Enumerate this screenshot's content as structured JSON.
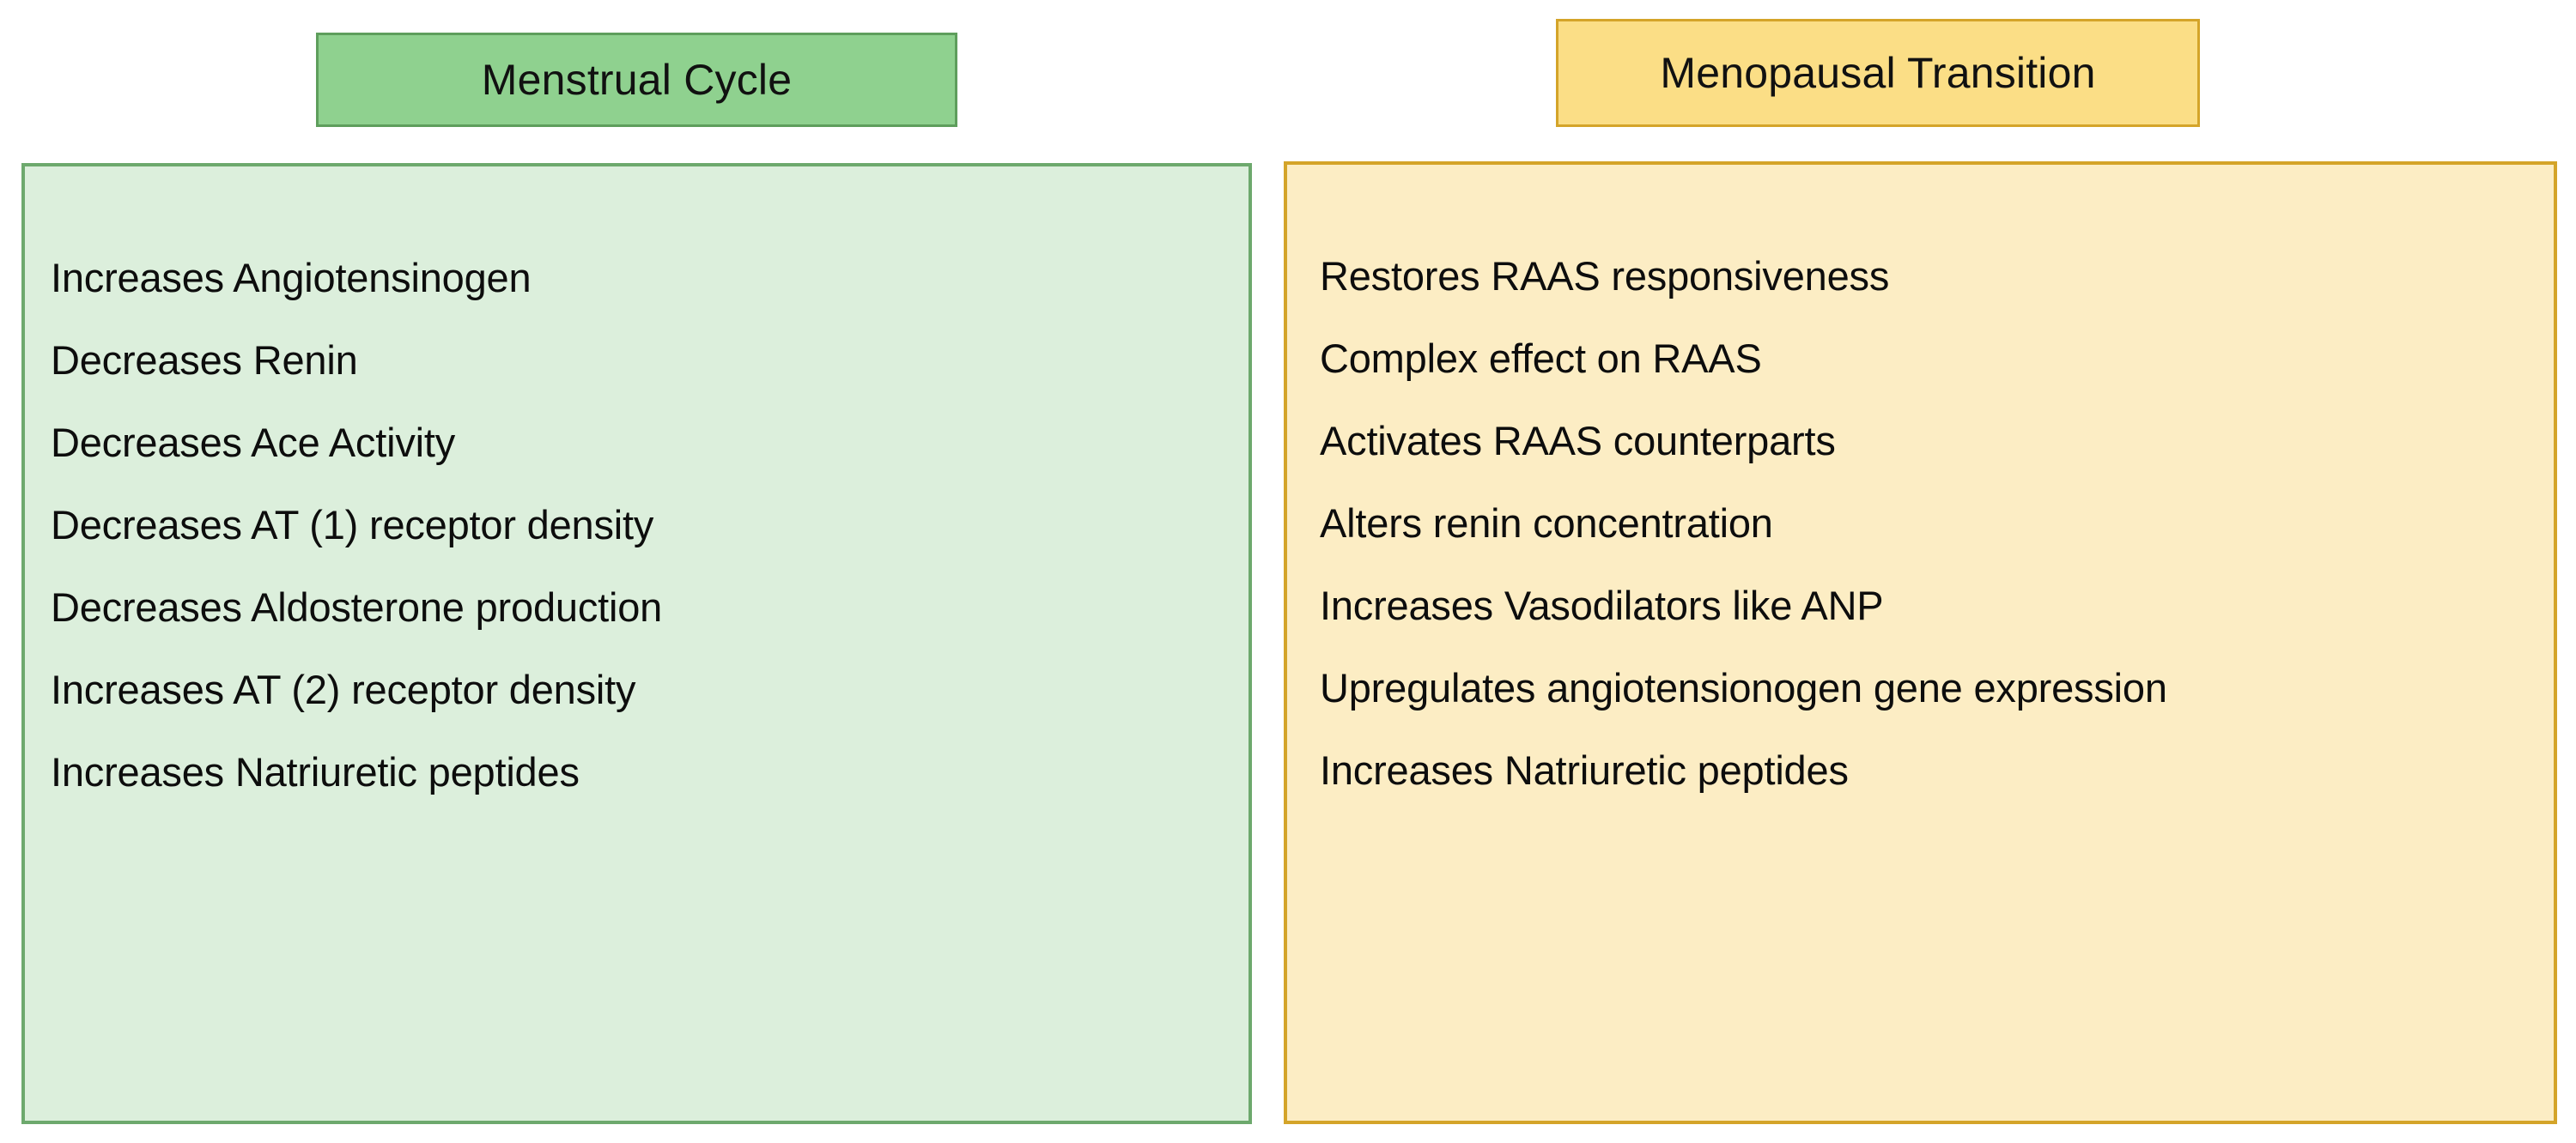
{
  "diagram": {
    "type": "two-column-comparison",
    "background_color": "#ffffff",
    "columns": [
      {
        "id": "menstrual",
        "header": {
          "label": "Menstrual Cycle",
          "fill_color": "#8FD18F",
          "border_color": "#5E9E5C",
          "text_color": "#111111"
        },
        "panel": {
          "fill_color": "#DCEFDC",
          "border_color": "#6DA96D"
        },
        "items": [
          "Increases Angiotensinogen",
          "Decreases Renin",
          "Decreases Ace Activity",
          "Decreases AT (1) receptor density",
          "Decreases Aldosterone production",
          "Increases AT (2) receptor density",
          "Increases Natriuretic peptides"
        ]
      },
      {
        "id": "menopausal",
        "header": {
          "label": "Menopausal Transition",
          "fill_color": "#FBDE86",
          "border_color": "#D4A429",
          "text_color": "#111111"
        },
        "panel": {
          "fill_color": "#FCEDC4",
          "border_color": "#D4A429"
        },
        "items": [
          "Restores RAAS responsiveness",
          "Complex effect on RAAS",
          "Activates RAAS counterparts",
          "Alters renin concentration",
          "Increases Vasodilators like ANP",
          "Upregulates angiotensionogen gene expression",
          "Increases Natriuretic peptides"
        ]
      }
    ]
  }
}
